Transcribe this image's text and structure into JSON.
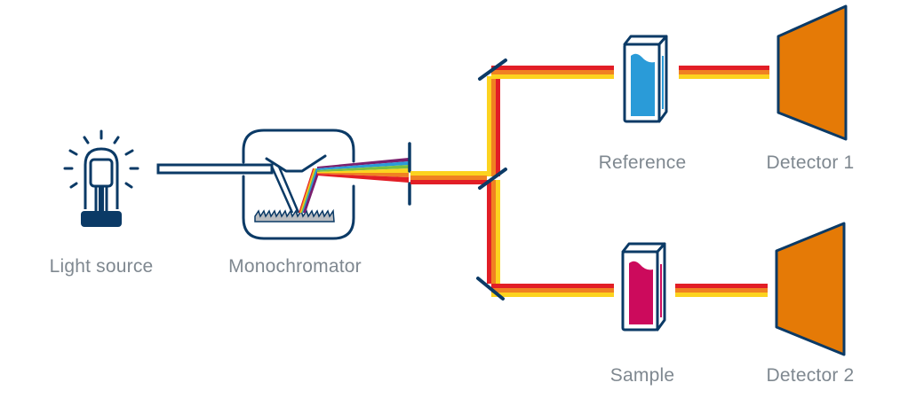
{
  "diagram": {
    "title": "Double-beam UV-Vis spectrophotometer",
    "components": [
      {
        "id": "light_source",
        "label": "Light source"
      },
      {
        "id": "monochromator",
        "label": "Monochromator"
      },
      {
        "id": "reference",
        "label": "Reference"
      },
      {
        "id": "sample",
        "label": "Sample"
      },
      {
        "id": "detector_1",
        "label": "Detector 1"
      },
      {
        "id": "detector_2",
        "label": "Detector 2"
      }
    ],
    "colors": {
      "outline": "#0b3a66",
      "label_text": "#7f8890",
      "reference_liquid": "#2a9bd8",
      "sample_liquid": "#cc0a5c",
      "detector_fill": "#e57a06",
      "grating_fill": "#b9bcc0",
      "beam_red": "#e21e26",
      "beam_orange": "#f08122",
      "beam_yellow": "#fcd31f",
      "beam_green": "#7bbf42",
      "beam_blue": "#2a9bd8",
      "beam_violet": "#7a1f6e"
    },
    "flow": [
      "Light source",
      "Monochromator",
      "Beam splitter",
      "Reference / Sample",
      "Detector 1 / Detector 2"
    ]
  }
}
